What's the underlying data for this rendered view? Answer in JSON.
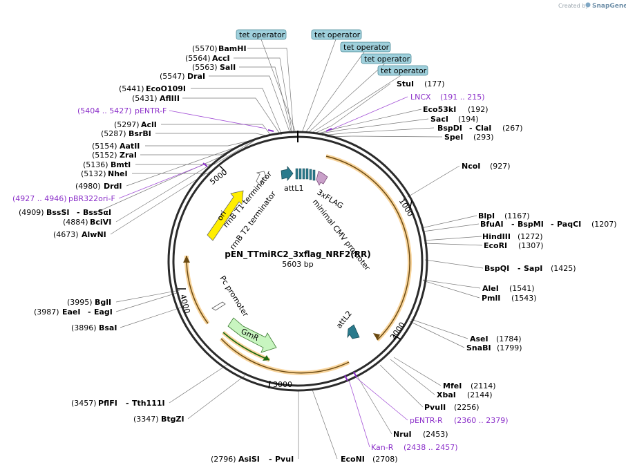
{
  "credit": {
    "prefix": "Created by",
    "brand": "SnapGene"
  },
  "plasmid": {
    "name": "pEN_TTmiRC2_3xflag_NRF2(RR)",
    "size": "5603 bp"
  },
  "ticks": [
    "1000",
    "2000",
    "3000",
    "4000",
    "5000"
  ],
  "tet_operators": [
    "tet operator",
    "tet operator",
    "tet operator",
    "tet operator",
    "tet operator"
  ],
  "features": {
    "ori": "ori",
    "rrnb_t1": "rrnB T1 terminator",
    "rrnb_t2": "rrnB T2 terminator",
    "attl1": "attL1",
    "flag": "3xFLAG",
    "cmv": "minimal CMV promoter",
    "attl2": "attL2",
    "gmr": "GmR",
    "pc": "Pc promoter"
  },
  "enzymes": {
    "bamhi": {
      "pos": "(5570)",
      "name": "BamHI"
    },
    "acci": {
      "pos": "(5564)",
      "name": "AccI"
    },
    "sali": {
      "pos": "(5563)",
      "name": "SalI"
    },
    "drai": {
      "pos": "(5547)",
      "name": "DraI"
    },
    "ecoo109i": {
      "pos": "(5441)",
      "name": "EcoO109I"
    },
    "aflIII": {
      "pos": "(5431)",
      "name": "AflIII"
    },
    "acli": {
      "pos": "(5297)",
      "name": "AclI"
    },
    "bsrbi": {
      "pos": "(5287)",
      "name": "BsrBI"
    },
    "aatii": {
      "pos": "(5154)",
      "name": "AatII"
    },
    "zrai": {
      "pos": "(5152)",
      "name": "ZraI"
    },
    "bmti": {
      "pos": "(5136)",
      "name": "BmtI"
    },
    "nhei": {
      "pos": "(5132)",
      "name": "NheI"
    },
    "drdi": {
      "pos": "(4980)",
      "name": "DrdI"
    },
    "bsssi": {
      "pos": "(4909)",
      "name": "BssSI",
      "name2": "BssSαI"
    },
    "bcivi": {
      "pos": "(4884)",
      "name": "BciVI"
    },
    "alwni": {
      "pos": "(4673)",
      "name": "AlwNI"
    },
    "bgli": {
      "pos": "(3995)",
      "name": "BglI"
    },
    "eaei": {
      "pos": "(3987)",
      "name": "EaeI",
      "name2": "EagI"
    },
    "bsai": {
      "pos": "(3896)",
      "name": "BsaI"
    },
    "pflfi": {
      "pos": "(3457)",
      "name": "PflFI",
      "name2": "Tth111I"
    },
    "btgzi": {
      "pos": "(3347)",
      "name": "BtgZI"
    },
    "asisi": {
      "pos": "(2796)",
      "name": "AsiSI",
      "name2": "PvuI"
    },
    "econi": {
      "name": "EcoNI",
      "pos": "(2708)"
    },
    "stui": {
      "name": "StuI",
      "pos": "(177)"
    },
    "eco53ki": {
      "name": "Eco53kI",
      "pos": "(192)"
    },
    "saci": {
      "name": "SacI",
      "pos": "(194)"
    },
    "bspdi": {
      "name": "BspDI",
      "name2": "ClaI",
      "pos": "(267)"
    },
    "spei": {
      "name": "SpeI",
      "pos": "(293)"
    },
    "ncoi": {
      "name": "NcoI",
      "pos": "(927)"
    },
    "blpi": {
      "name": "BlpI",
      "pos": "(1167)"
    },
    "bfuai": {
      "name": "BfuAI",
      "name2": "BspMI",
      "name3": "PaqCI",
      "pos": "(1207)"
    },
    "hindiii": {
      "name": "HindIII",
      "pos": "(1272)"
    },
    "ecori": {
      "name": "EcoRI",
      "pos": "(1307)"
    },
    "bspqi": {
      "name": "BspQI",
      "name2": "SapI",
      "pos": "(1425)"
    },
    "alei": {
      "name": "AleI",
      "pos": "(1541)"
    },
    "pmli": {
      "name": "PmlI",
      "pos": "(1543)"
    },
    "asei": {
      "name": "AseI",
      "pos": "(1784)"
    },
    "snabi": {
      "name": "SnaBI",
      "pos": "(1799)"
    },
    "mfei": {
      "name": "MfeI",
      "pos": "(2114)"
    },
    "xbai": {
      "name": "XbaI",
      "pos": "(2144)"
    },
    "pvuii": {
      "name": "PvuII",
      "pos": "(2256)"
    },
    "nrui": {
      "name": "NruI",
      "pos": "(2453)"
    }
  },
  "primers": {
    "pentr_f": {
      "pos": "(5404 .. 5427)",
      "name": "pENTR-F"
    },
    "pbr322": {
      "pos": "(4927 .. 4946)",
      "name": "pBR322ori-F"
    },
    "lncx": {
      "name": "LNCX",
      "pos": "(191 .. 215)"
    },
    "pentr_r": {
      "name": "pENTR-R",
      "pos": "(2360 .. 2379)"
    },
    "kan_r": {
      "name": "Kan-R",
      "pos": "(2438 .. 2457)"
    }
  },
  "colors": {
    "backbone": "#2b2b2b",
    "feature_arc": "#f0a23a",
    "ori": "#ffee00",
    "gmr": "#c8f5c0",
    "attl": "#2a7a8c",
    "flag": "#c9a0c9",
    "primer": "#8b2fc9",
    "tet_box": "#9fd0dc"
  }
}
